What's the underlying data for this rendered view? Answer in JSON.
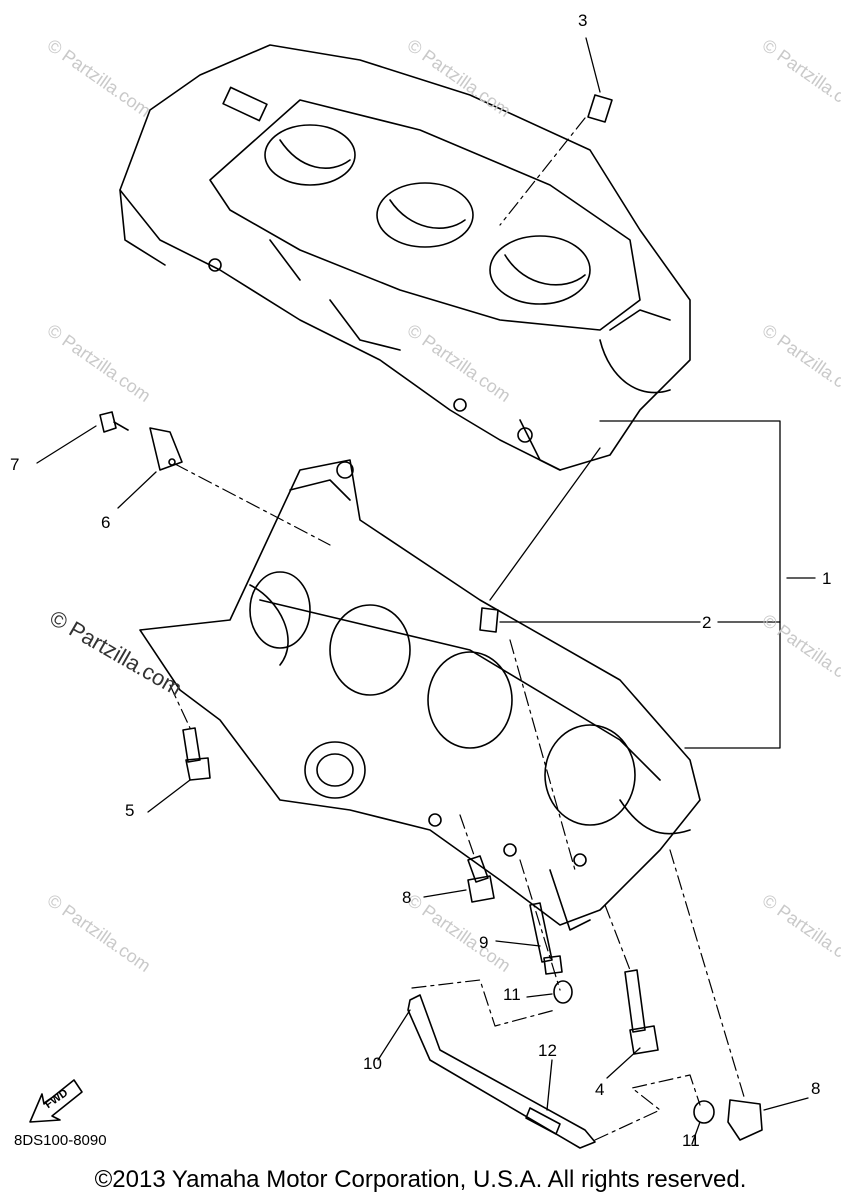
{
  "diagram": {
    "code": "8DS100-8090",
    "copyright": "©2013  Yamaha Motor Corporation, U.S.A. All rights reserved.",
    "fwd_label": "FWD",
    "watermark": "© Partzilla.com",
    "callouts": {
      "p1": "1",
      "p2": "2",
      "p3": "3",
      "p4": "4",
      "p5": "5",
      "p6": "6",
      "p7": "7",
      "p8a": "8",
      "p8b": "8",
      "p9": "9",
      "p10": "10",
      "p11a": "11",
      "p11b": "11",
      "p12": "12"
    }
  }
}
